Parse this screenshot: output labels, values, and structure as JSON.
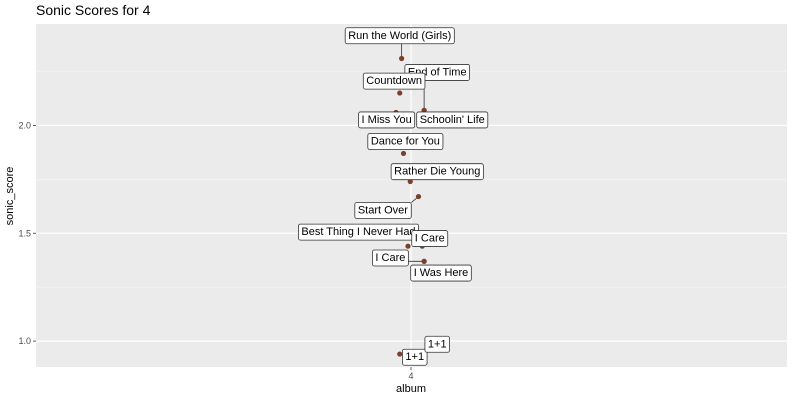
{
  "chart_data": {
    "type": "scatter",
    "title": "Sonic Scores for 4",
    "xlabel": "album",
    "ylabel": "sonic_score",
    "x_ticks": [
      "4"
    ],
    "y_ticks": [
      1.0,
      1.5,
      2.0
    ],
    "ylim": [
      0.88,
      2.47
    ],
    "grid": true,
    "point_color": "#7b3f2e",
    "points": [
      {
        "label": "Run the World (Girls)",
        "x": -0.25,
        "y": 2.31,
        "lx": -0.3,
        "ly": 2.42
      },
      {
        "label": "End of Time",
        "x": 0.35,
        "y": 2.07,
        "lx": 0.7,
        "ly": 2.25
      },
      {
        "label": "Countdown",
        "x": -0.3,
        "y": 2.15,
        "lx": -0.45,
        "ly": 2.21
      },
      {
        "label": "I Miss You",
        "x": -0.4,
        "y": 2.06,
        "lx": -0.65,
        "ly": 2.03
      },
      {
        "label": "Schoolin' Life",
        "x": 0.35,
        "y": 2.07,
        "lx": 1.1,
        "ly": 2.03
      },
      {
        "label": "Dance for You",
        "x": -0.2,
        "y": 1.87,
        "lx": -0.15,
        "ly": 1.93
      },
      {
        "label": "Rather Die Young",
        "x": -0.02,
        "y": 1.74,
        "lx": 0.7,
        "ly": 1.79
      },
      {
        "label": "Start Over",
        "x": 0.2,
        "y": 1.67,
        "lx": -0.75,
        "ly": 1.61
      },
      {
        "label": "Best Thing I Never Had",
        "x": -0.08,
        "y": 1.44,
        "lx": -1.4,
        "ly": 1.51
      },
      {
        "label": "I Care",
        "x": 0.3,
        "y": 1.44,
        "lx": 0.5,
        "ly": 1.48
      },
      {
        "label": "I Care",
        "x": 0.35,
        "y": 1.37,
        "lx": -0.55,
        "ly": 1.39
      },
      {
        "label": "I Was Here",
        "x": 0.35,
        "y": 1.37,
        "lx": 0.8,
        "ly": 1.32
      },
      {
        "label": "1+1",
        "x": -0.3,
        "y": 0.94,
        "lx": 0.1,
        "ly": 0.93
      },
      {
        "label": "1+1",
        "x": 0.3,
        "y": 0.95,
        "lx": 0.7,
        "ly": 0.99
      }
    ]
  }
}
